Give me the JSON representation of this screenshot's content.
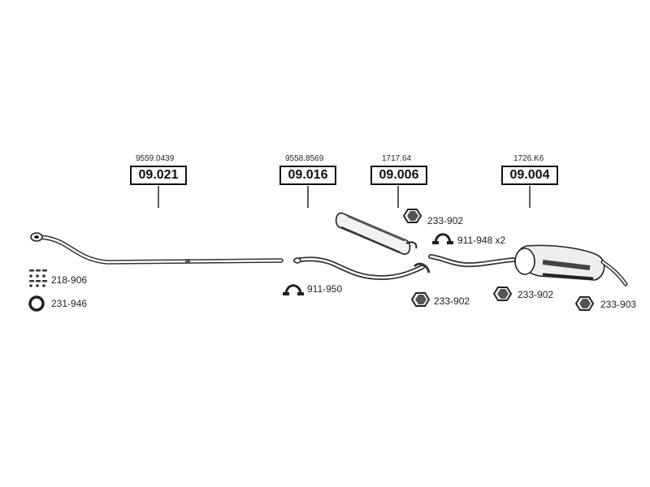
{
  "assemblies": [
    {
      "ref": "9559.0439",
      "code": "09.021"
    },
    {
      "ref": "9558.8569",
      "code": "09.016"
    },
    {
      "ref": "1717.64",
      "code": "09.006"
    },
    {
      "ref": "1726.K6",
      "code": "09.004"
    }
  ],
  "parts": {
    "kit_218_906": "218-906",
    "ring_231_946": "231-946",
    "clamp_911_950": "911-950",
    "clamp_911_948": "911-948 x2",
    "nut_233_902_a": "233-902",
    "nut_233_902_b": "233-902",
    "nut_233_902_c": "233-902",
    "nut_233_903": "233-903"
  }
}
